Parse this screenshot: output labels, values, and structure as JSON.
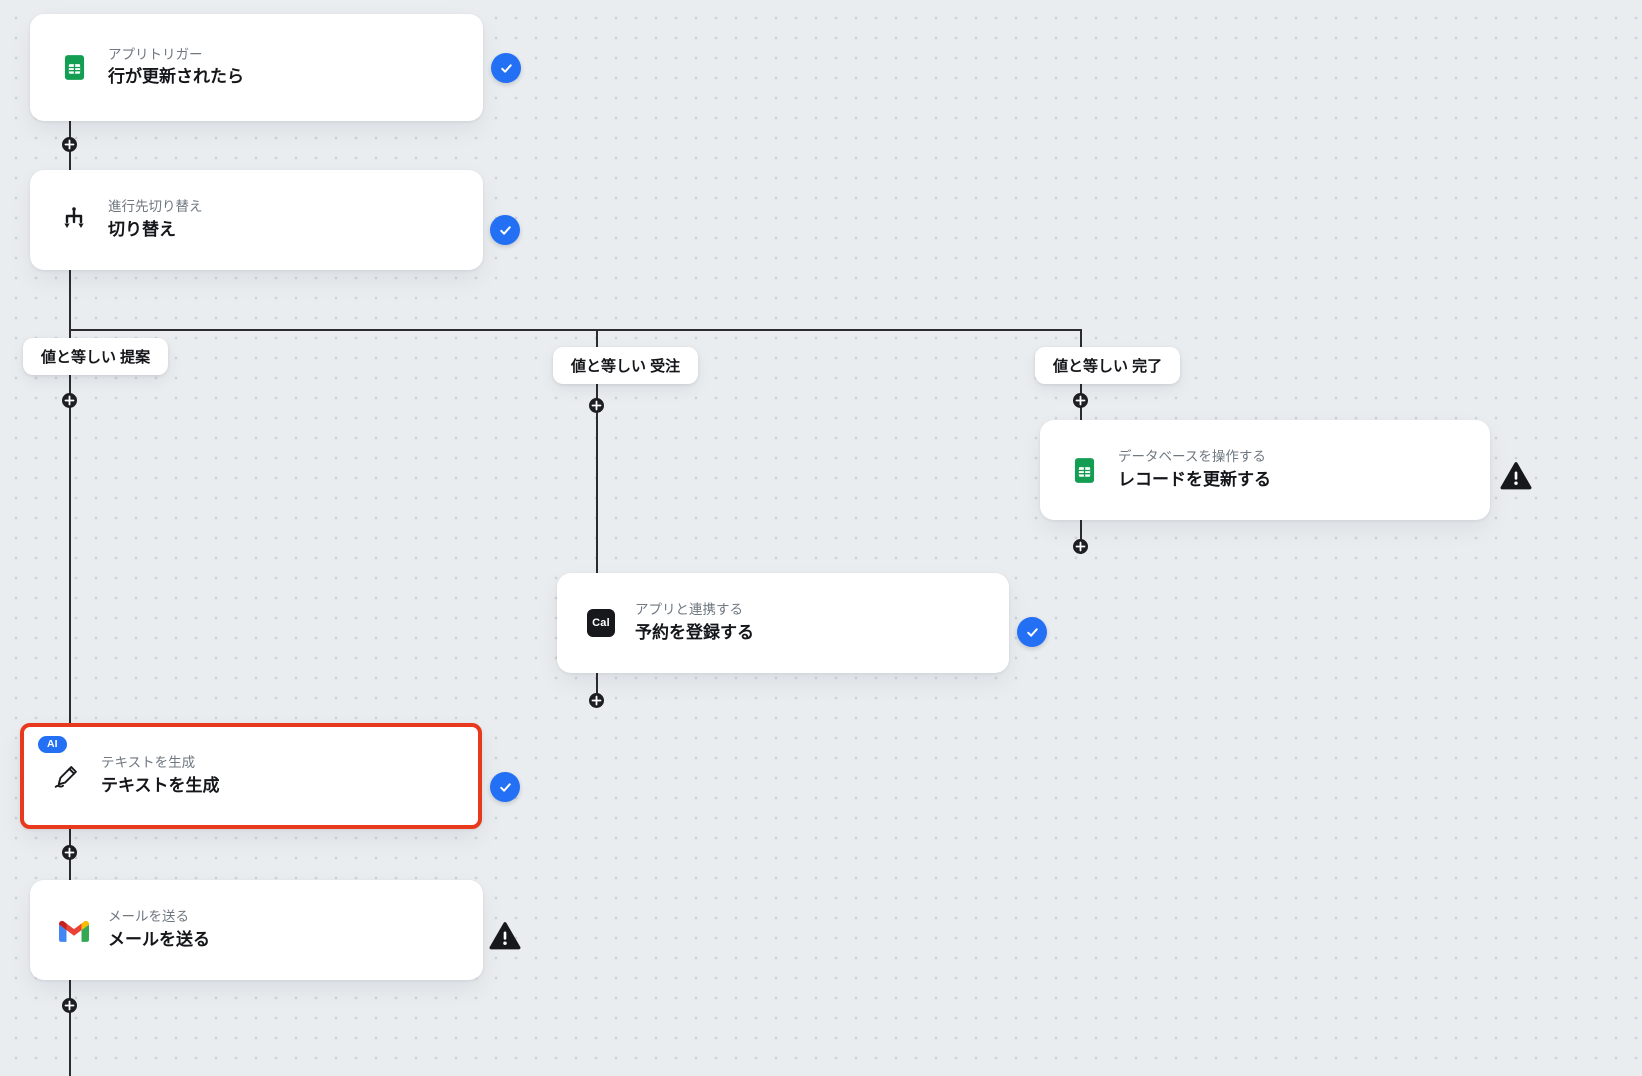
{
  "nodes": {
    "trigger": {
      "category": "アプリトリガー",
      "title": "行が更新されたら",
      "status": "check",
      "icon": "google-sheets-icon"
    },
    "switch": {
      "category": "進行先切り替え",
      "title": "切り替え",
      "status": "check",
      "icon": "branch-switch-icon"
    },
    "update_record": {
      "category": "データベースを操作する",
      "title": "レコードを更新する",
      "status": "warning",
      "icon": "google-sheets-icon"
    },
    "register_booking": {
      "category": "アプリと連携する",
      "title": "予約を登録する",
      "status": "check",
      "icon": "cal-icon",
      "icon_text": "Cal"
    },
    "generate_text": {
      "category": "テキストを生成",
      "title": "テキストを生成",
      "status": "check",
      "icon": "pen-icon",
      "badge": "AI",
      "highlighted": true
    },
    "send_mail": {
      "category": "メールを送る",
      "title": "メールを送る",
      "status": "warning",
      "icon": "gmail-icon"
    }
  },
  "branches": [
    {
      "label": "値と等しい 提案"
    },
    {
      "label": "値と等しい 受注"
    },
    {
      "label": "値と等しい 完了"
    }
  ],
  "colors": {
    "check_blue": "#2470f4",
    "highlight_red": "#e8391d",
    "ai_badge_blue": "#2470f4",
    "sheets_green": "#149e53",
    "warning_black": "#17181c",
    "connector": "#2b2c30",
    "background": "#e9edf0"
  }
}
